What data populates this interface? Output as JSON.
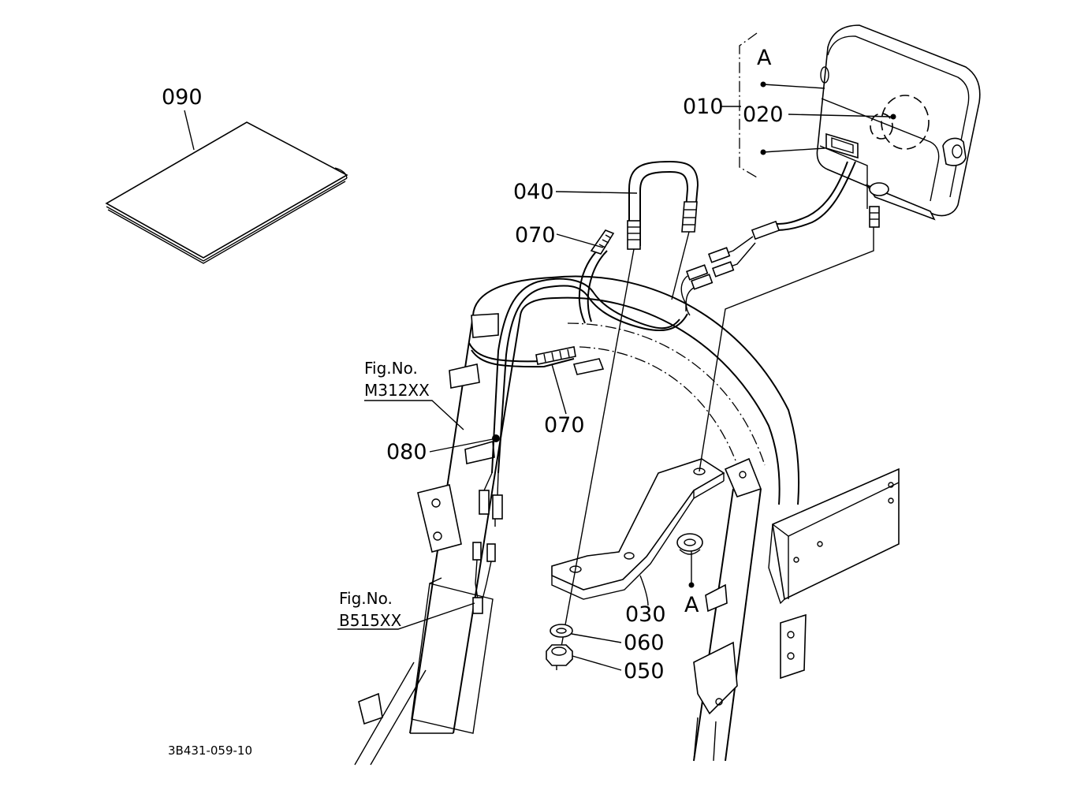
{
  "diagram": {
    "callouts": {
      "c010": "010",
      "c020": "020",
      "c030": "030",
      "c040": "040",
      "c050": "050",
      "c060": "060",
      "c070a": "070",
      "c070b": "070",
      "c080": "080",
      "c090": "090"
    },
    "detail_marker": "A",
    "detail_marker_bracket": "A",
    "fig_refs": [
      {
        "title": "Fig.No.",
        "code": "M312XX"
      },
      {
        "title": "Fig.No.",
        "code": "B515XX"
      }
    ],
    "drawing_number": "3B431-059-10"
  }
}
